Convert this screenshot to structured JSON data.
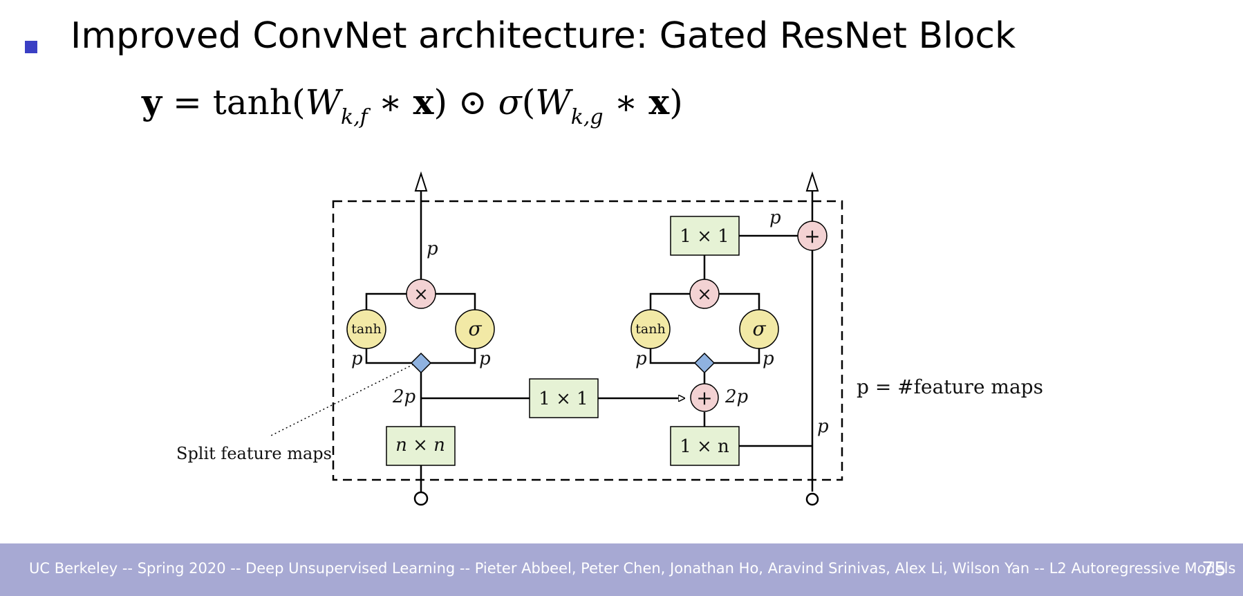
{
  "slide": {
    "title": "Improved ConvNet architecture: Gated ResNet Block",
    "formula": {
      "lhs": "y",
      "eq": "=",
      "tanh": "tanh(",
      "w1": "W",
      "sub1": "k,f",
      "star1": " ∗ ",
      "x1": "x",
      "close1": ")",
      "odot": " ⊙ ",
      "sigma": "σ",
      "open2": "(",
      "w2": "W",
      "sub2": "k,g",
      "star2": " ∗ ",
      "x2": "x",
      "close2": ")"
    }
  },
  "diagram": {
    "split_label": "Split feature maps",
    "legend": "p = #feature maps",
    "left": {
      "conv_nxn": "n × n",
      "tanh": "tanh",
      "sigma": "σ",
      "mult": "×",
      "p_top": "p",
      "p_left": "p",
      "p_right": "p",
      "two_p": "2p"
    },
    "middle": {
      "conv_1x1": "1 × 1"
    },
    "right": {
      "conv_1xn": "1 × n",
      "conv_1x1_top": "1 × 1",
      "tanh": "tanh",
      "sigma": "σ",
      "mult": "×",
      "plus_mid": "+",
      "plus_top": "+",
      "two_p": "2p",
      "p_left": "p",
      "p_right": "p",
      "p_top": "p",
      "p_skip": "p"
    }
  },
  "footer": {
    "text": "UC Berkeley -- Spring 2020 -- Deep Unsupervised Learning -- Pieter Abbeel, Peter Chen, Jonathan Ho, Aravind Srinivas, Alex Li, Wilson Yan -- L2 Autoregressive Models",
    "page": "75"
  },
  "colors": {
    "conv_fill": "#e6f2d5",
    "nonlin_fill": "#f2e9a6",
    "op_fill": "#f3d2d3",
    "split_fill": "#8fb2e0",
    "footer_bg": "#a7a9d3",
    "bullet": "#3a3fc4"
  }
}
